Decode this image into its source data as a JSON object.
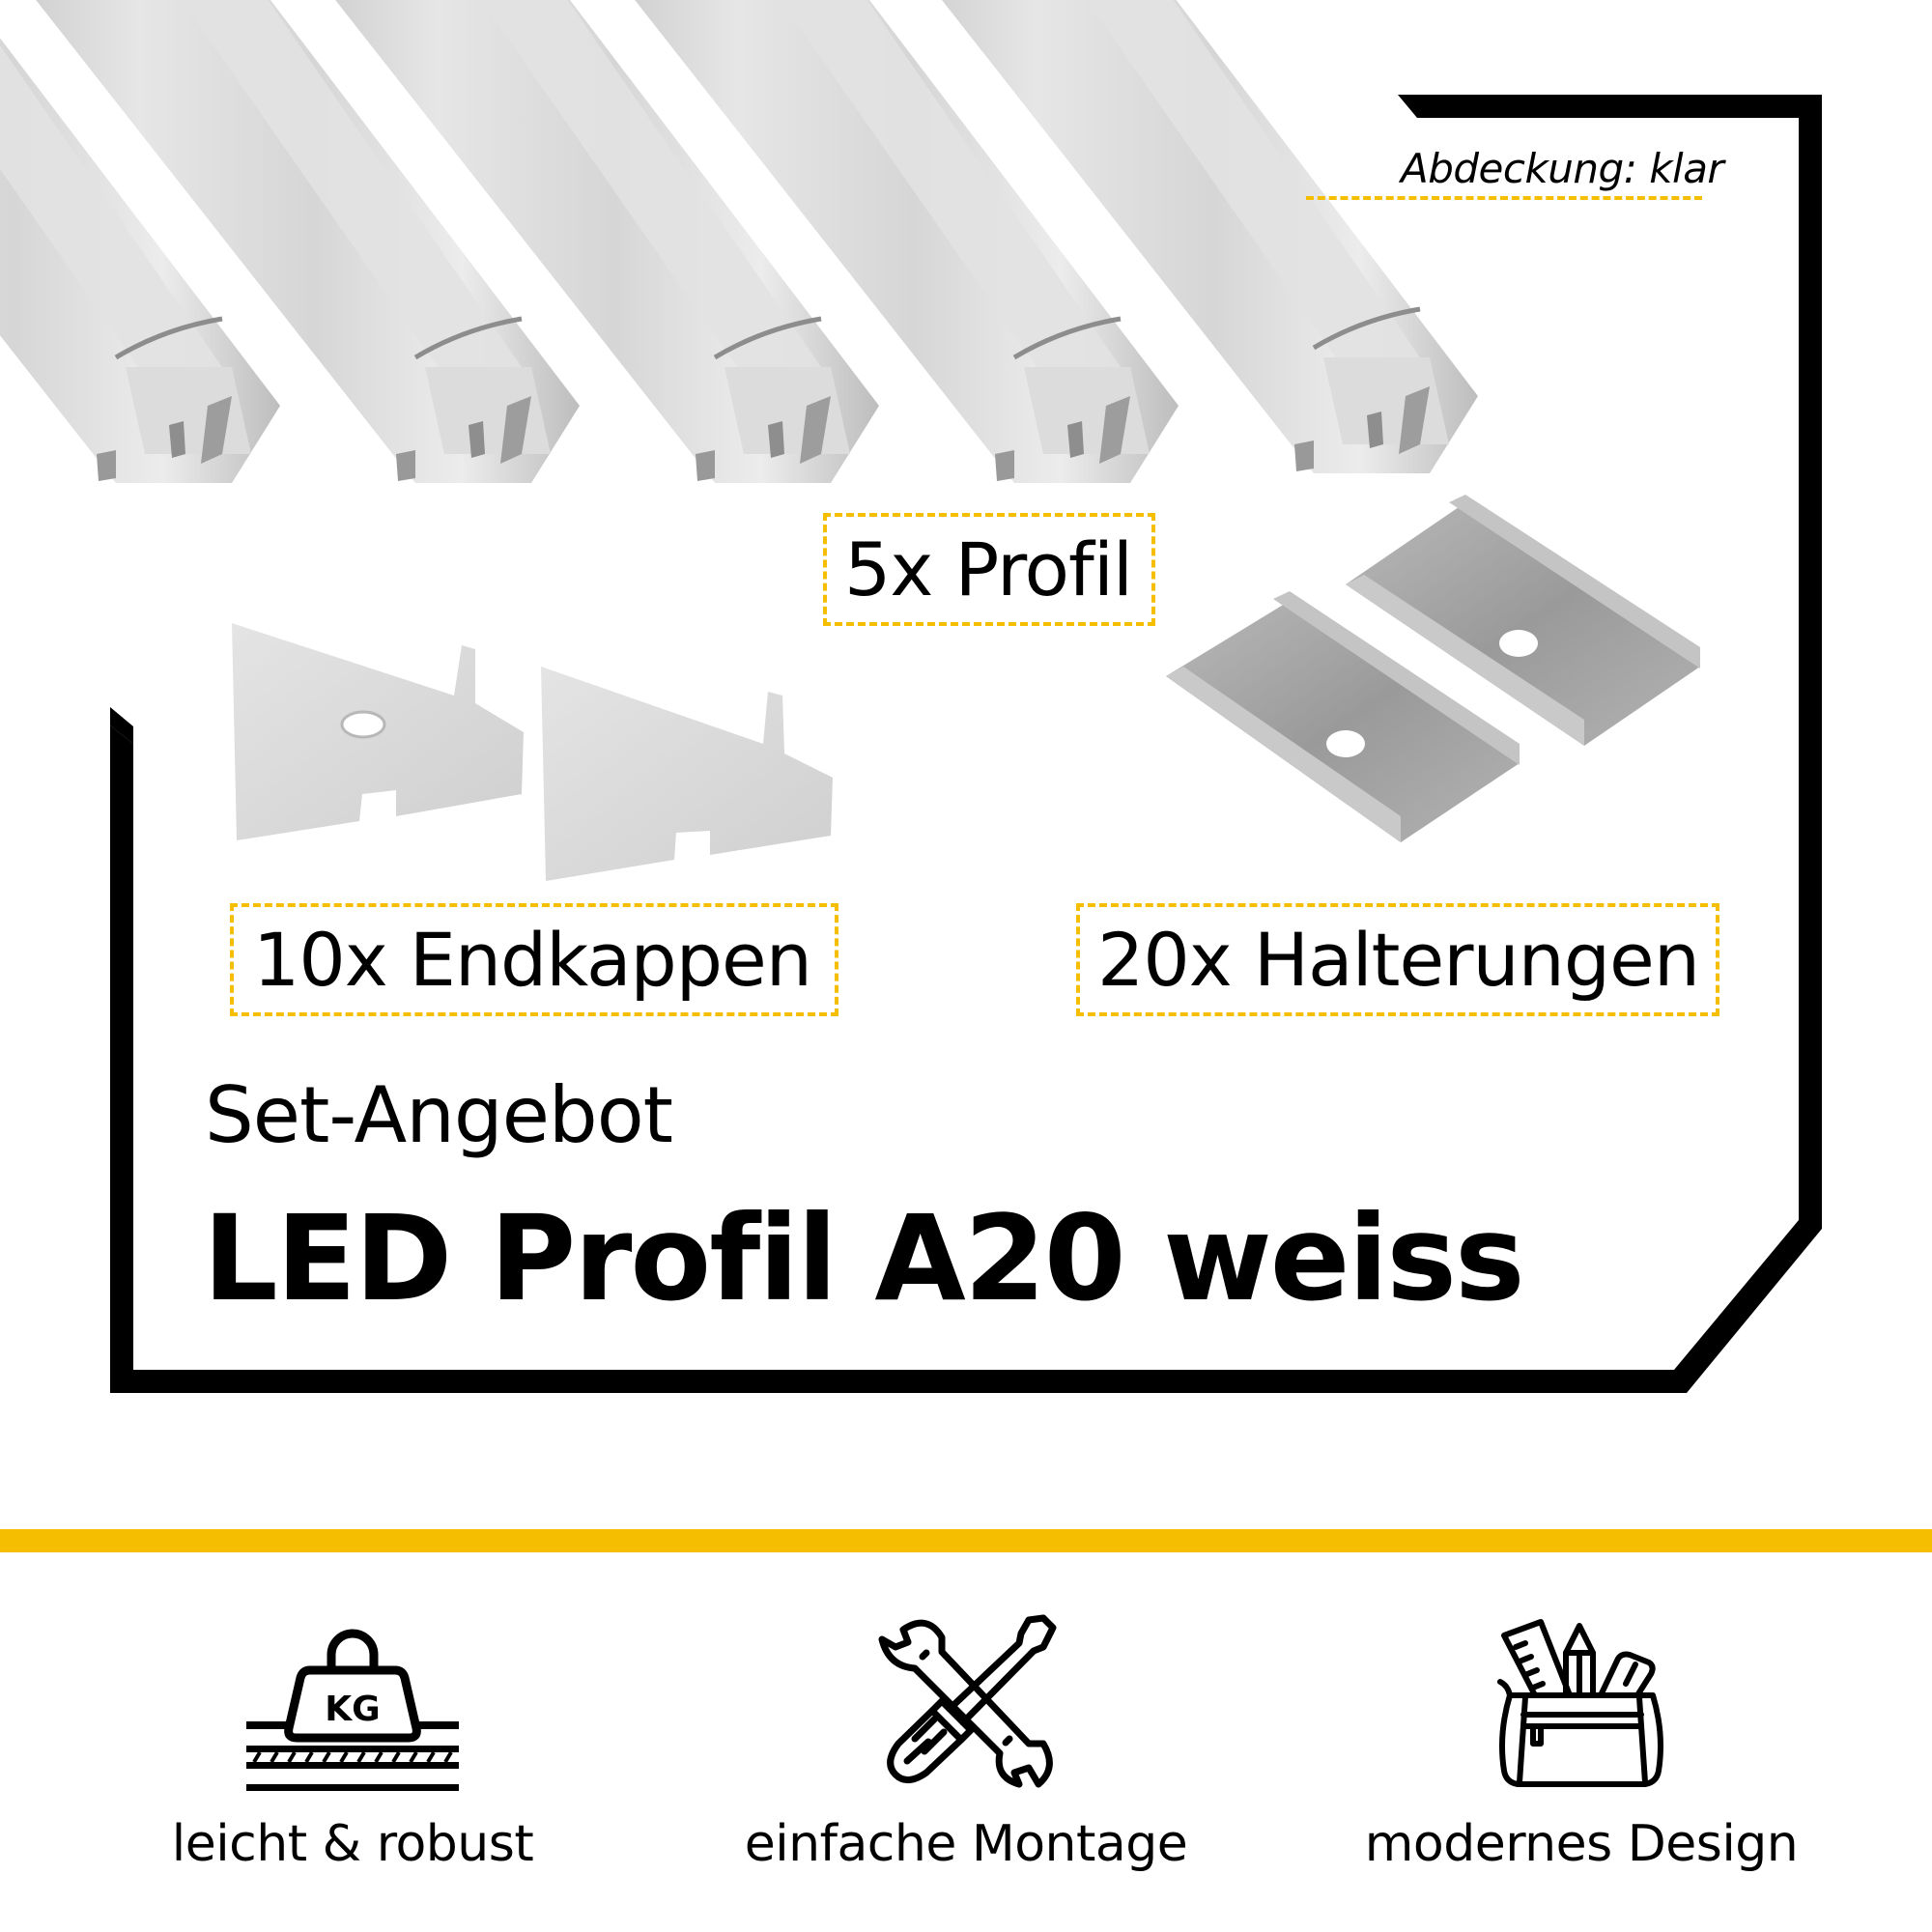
{
  "product": {
    "subtitle": "Set-Angebot",
    "title": "LED Profil A20 weiss",
    "cover_label": "Abdeckung: klar"
  },
  "contents": [
    {
      "quantity_label": "5x Profil",
      "item": "profile",
      "icon": "led-profile-image"
    },
    {
      "quantity_label": "10x Endkappen",
      "item": "end-caps",
      "icon": "end-cap-image"
    },
    {
      "quantity_label": "20x Halterungen",
      "item": "brackets",
      "icon": "mounting-bracket-image"
    }
  ],
  "features": [
    {
      "label": "leicht & robust",
      "icon": "kg-weight-icon"
    },
    {
      "label": "einfache Montage",
      "icon": "wrench-screwdriver-icon"
    },
    {
      "label": "modernes Design",
      "icon": "pencil-case-icon"
    }
  ],
  "colors": {
    "accent": "#F5BE00",
    "frame": "#000000",
    "background": "#FFFFFF",
    "profile": "#DADADA",
    "bracket": "#A6A6A6"
  }
}
